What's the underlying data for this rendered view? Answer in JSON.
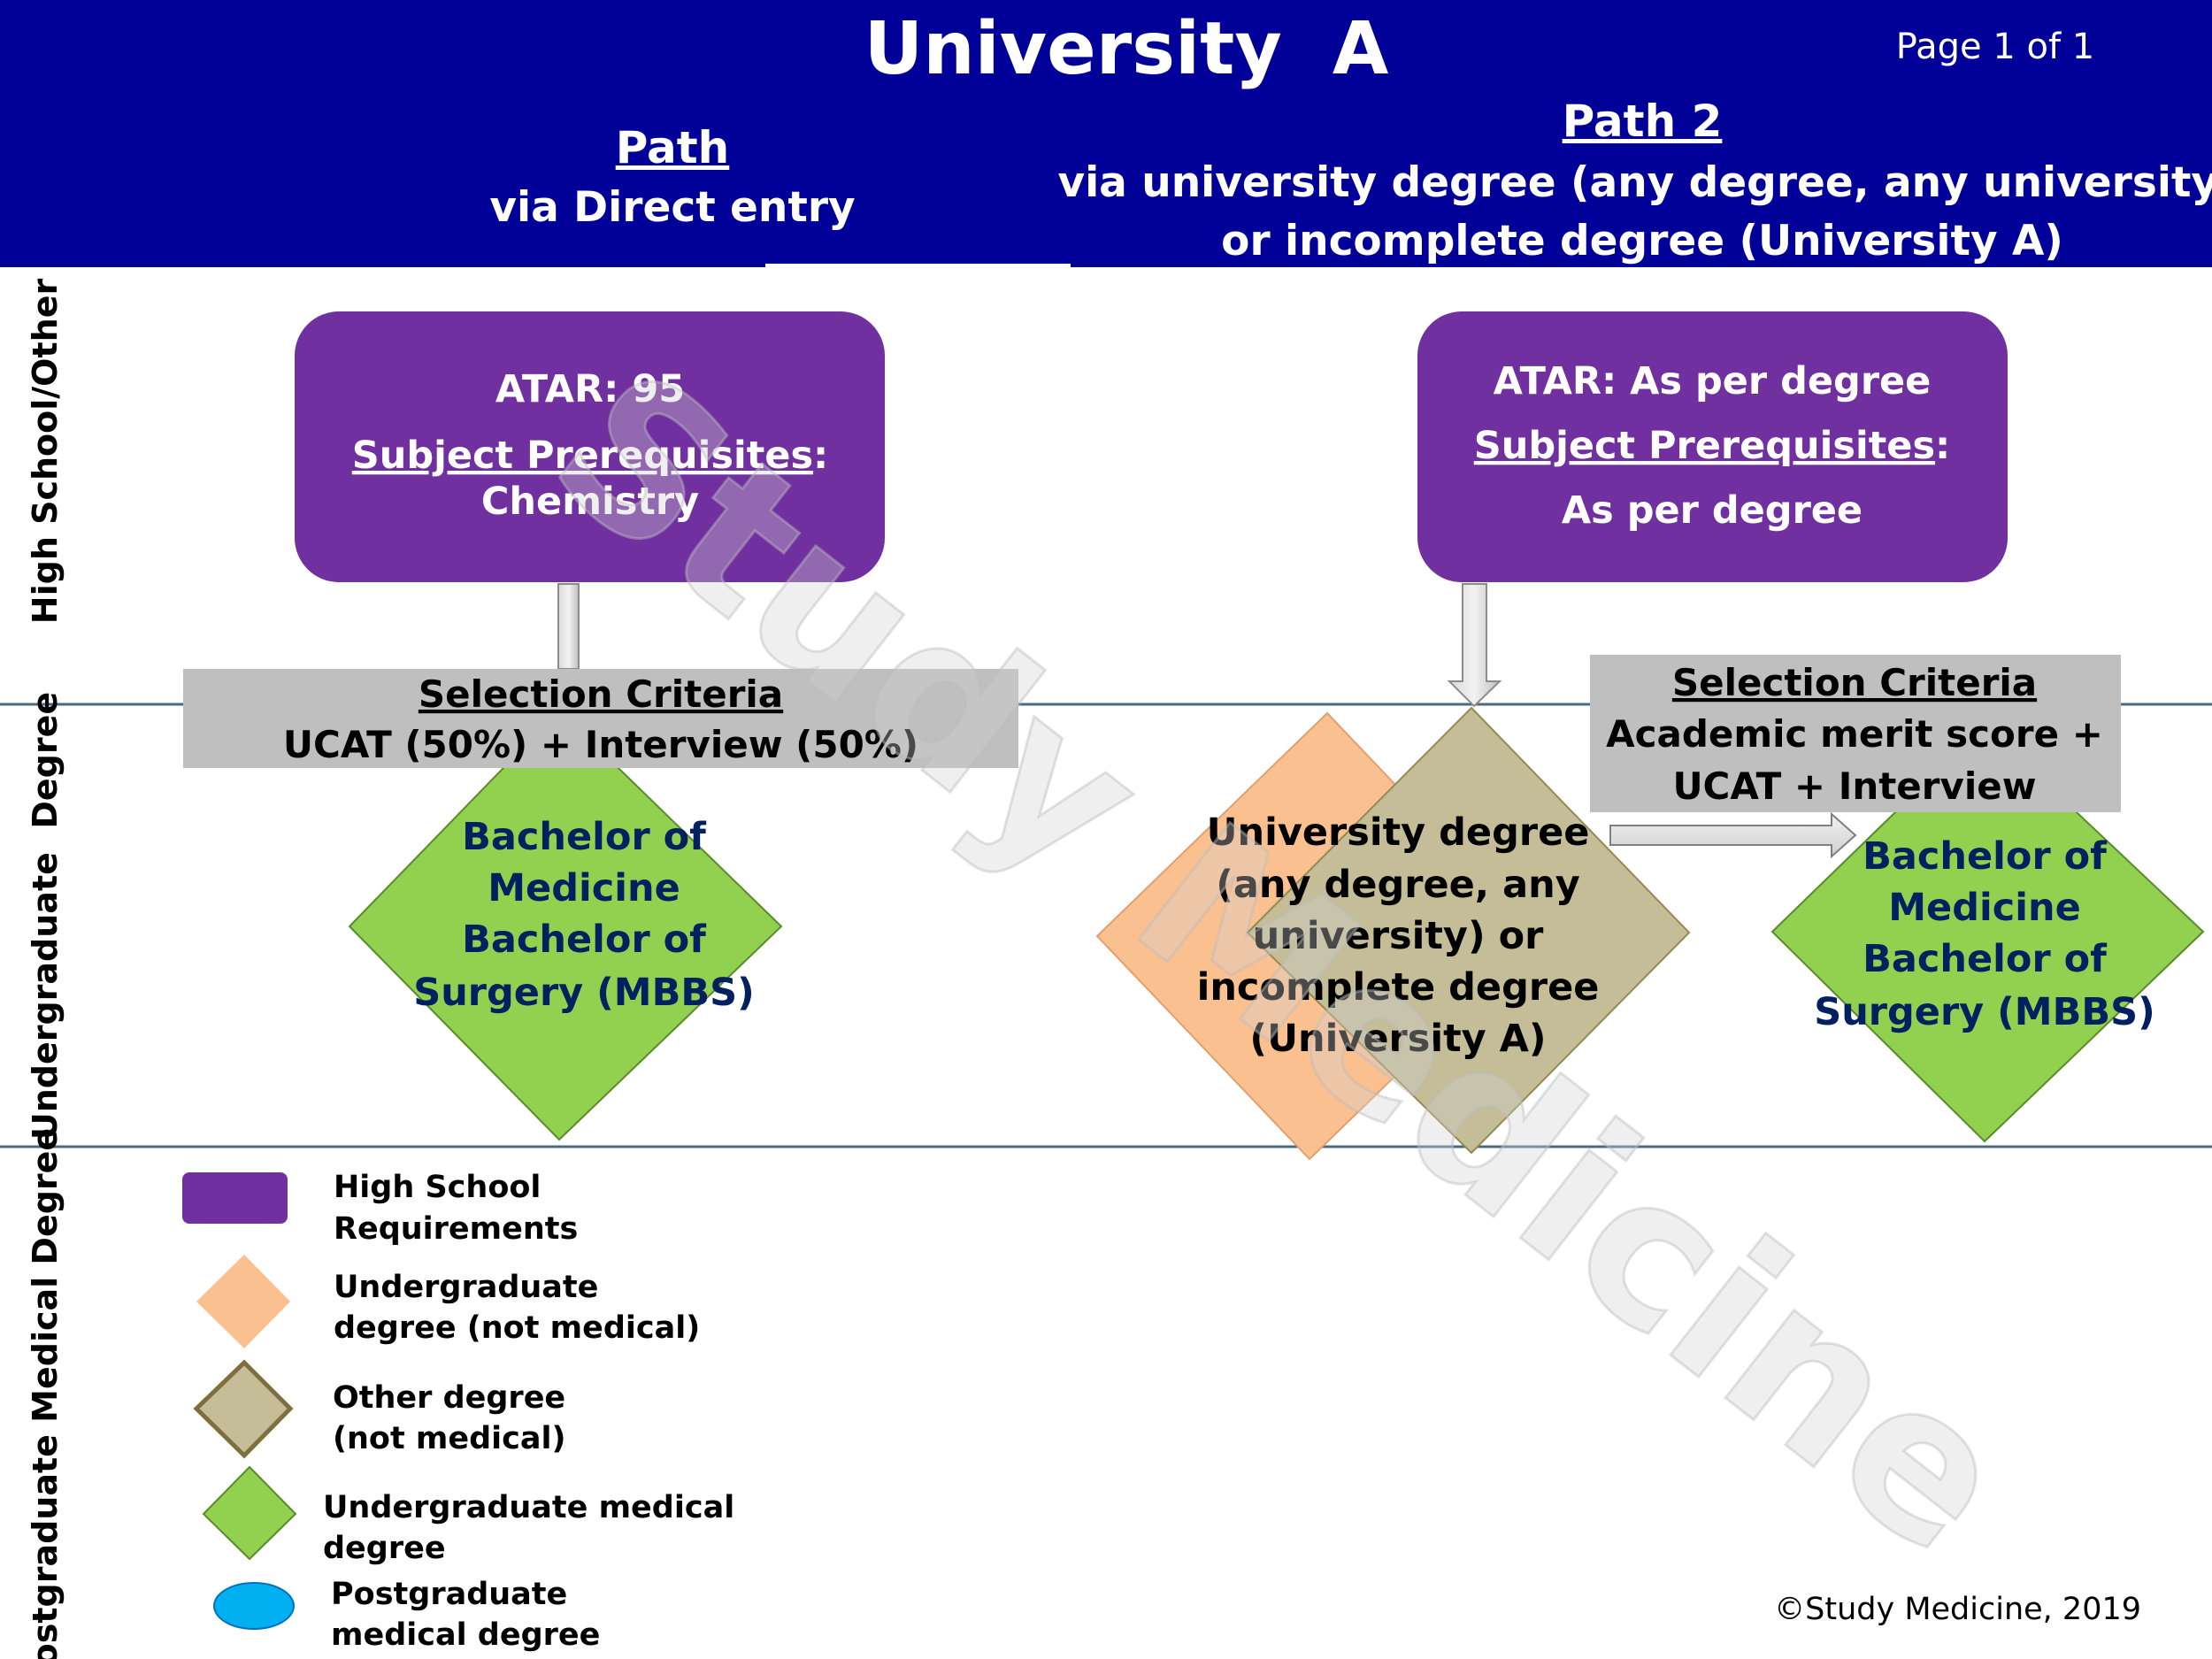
{
  "header": {
    "title": "University  A",
    "page": "Page 1 of 1",
    "path1": {
      "heading": "Path",
      "subtitle": "via Direct entry"
    },
    "path2": {
      "heading": "Path 2",
      "line1": "via university degree (any degree, any university)",
      "line2": "or incomplete degree (University A)"
    }
  },
  "bands": {
    "high_school": "High School/Other",
    "undergrad": "Undergraduate  Degree",
    "postgrad": "Postgraduate Medical Degree"
  },
  "path1": {
    "req": {
      "atar": "ATAR: 95",
      "prereq_label": "Subject Prerequisites",
      "prereq_colon": ":",
      "prereq_value": "Chemistry"
    },
    "selection": {
      "title": "Selection Criteria",
      "body": "UCAT (50%) + Interview (50%)"
    },
    "degree": [
      "Bachelor of",
      "Medicine",
      "Bachelor of",
      "Surgery (MBBS)"
    ]
  },
  "path2": {
    "req": {
      "atar": "ATAR: As per degree",
      "prereq_label": "Subject Prerequisites",
      "prereq_colon": ":",
      "prereq_value": "As per degree"
    },
    "selection": {
      "title": "Selection Criteria",
      "line1": "Academic merit score +",
      "line2": "UCAT + Interview"
    },
    "prior_degree": [
      "University degree",
      "(any degree, any",
      "university) or",
      "incomplete degree",
      "(University A)"
    ],
    "degree": [
      "Bachelor of",
      "Medicine",
      "Bachelor of",
      "Surgery (MBBS)"
    ]
  },
  "legend": [
    {
      "line1": "High School",
      "line2": "Requirements",
      "color": "#7030a0"
    },
    {
      "line1": "Undergraduate",
      "line2": "degree (not medical)",
      "color": "#fac090"
    },
    {
      "line1": "Other degree",
      "line2": "(not medical)",
      "color": "#c4bd97"
    },
    {
      "line1": "Undergraduate medical",
      "line2": "degree",
      "color": "#92d050"
    },
    {
      "line1": "Postgraduate",
      "line2": "medical degree",
      "color": "#00b0f0"
    }
  ],
  "watermark": "Study Medicine",
  "copyright": "©Study Medicine, 2019",
  "colors": {
    "header_bg": "#000099",
    "purple": "#7030a0",
    "green": "#92d050",
    "peach": "#fac090",
    "tan": "#c4bd97",
    "gray_box": "#bfbfbf",
    "navy_text": "#002060",
    "rule": "#4a6a82"
  }
}
